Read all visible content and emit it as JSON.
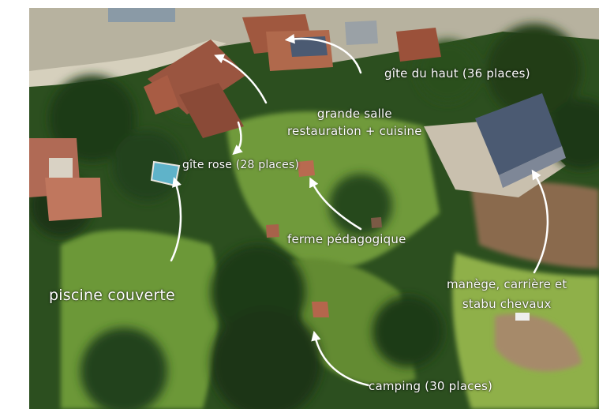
{
  "labels": {
    "gite_haut": "gîte du haut (36 places)",
    "grande_salle_line1": "grande salle",
    "grande_salle_line2": "restauration + cuisine",
    "gite_rose": "gîte rose (28 places)",
    "ferme": "ferme pédagogique",
    "manege_line1": "manège, carrière et",
    "manege_line2": "stabu chevaux",
    "piscine": "piscine couverte",
    "camping": "camping (30 places)"
  },
  "colors": {
    "forest_dark": "#1f3a17",
    "forest_mid": "#2f5a22",
    "meadow": "#6f9a3a",
    "meadow_light": "#8fb04a",
    "gravel": "#c9c0ae",
    "roof_terracotta": "#a0583f",
    "roof_solar": "#4b5a72",
    "dirt": "#8a6a4e",
    "pool": "#5fb3c9",
    "label_text": "#ffffff"
  }
}
